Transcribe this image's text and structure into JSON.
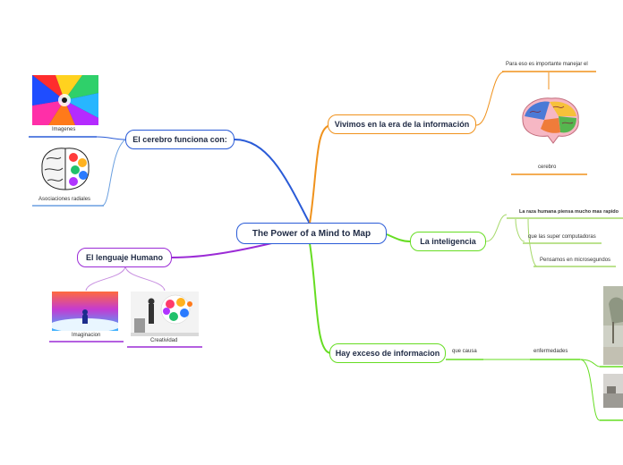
{
  "central": "The Power of a Mind to Map",
  "topics": {
    "era": "Vivimos en la era de la información",
    "inteligencia": "La inteligencia",
    "exceso": "Hay exceso de informacion",
    "cerebro": "El cerebro funciona con:",
    "lenguaje": "El lenguaje Humano"
  },
  "subtopics": {
    "para_eso": "Para eso es importante manejar el",
    "cerebro_img": "cerebro",
    "raza": "La raza humana piensa mucho mas rapido",
    "super": "que las super computadoras",
    "pensamos": "Pensamos en microsegundos",
    "que_causa": "que causa",
    "enfermedades": "enfermedades",
    "imagenes": "Imagenes",
    "asociaciones": "Asociaciones radiales",
    "imaginacion": "Imaginacion",
    "creatividad": "Creatividad"
  },
  "colors": {
    "blue": "#2a5bd7",
    "orange": "#f0921c",
    "green": "#66dd22",
    "lime": "#a6d96a",
    "purple": "#9b2bd6",
    "lightpurple": "#c78ee0",
    "lightblue": "#6a9fe0"
  }
}
